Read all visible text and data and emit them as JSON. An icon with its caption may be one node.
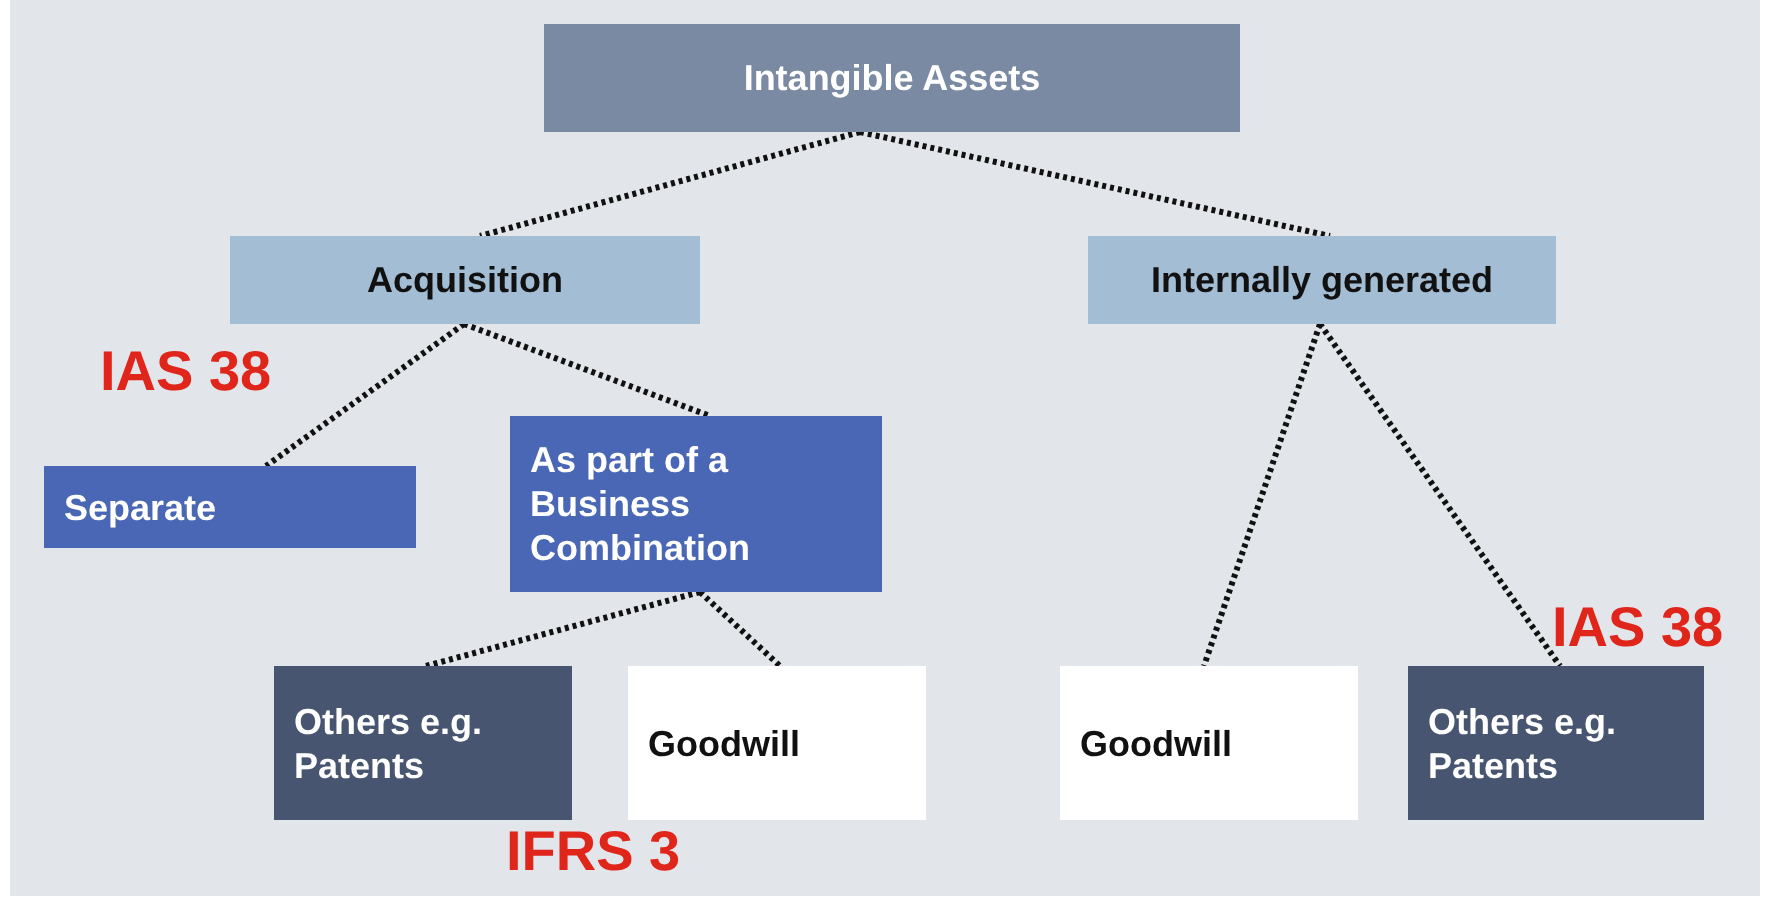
{
  "diagram": {
    "nodes": [
      {
        "text": [
          "Intangible Assets"
        ]
      },
      {
        "text": [
          "Acquisition"
        ]
      },
      {
        "text": [
          "Internally generated"
        ]
      },
      {
        "text": [
          "Separate"
        ]
      },
      {
        "text": [
          "As part of a Business Combination"
        ]
      },
      {
        "text": [
          "Others e.g. Patents"
        ]
      },
      {
        "text": [
          "Goodwill"
        ]
      },
      {
        "text": [
          "Goodwill"
        ]
      },
      {
        "text": [
          "Others e.g. Patents"
        ]
      }
    ],
    "edges": [
      {
        "from": 0,
        "to": 1,
        "arrow": "none"
      },
      {
        "from": 0,
        "to": 2,
        "arrow": "none"
      },
      {
        "from": 1,
        "to": 3,
        "arrow": "none"
      },
      {
        "from": 1,
        "to": 4,
        "arrow": "none"
      },
      {
        "from": 4,
        "to": 5,
        "arrow": "none"
      },
      {
        "from": 4,
        "to": 6,
        "arrow": "none"
      },
      {
        "from": 2,
        "to": 7,
        "arrow": "none"
      },
      {
        "from": 2,
        "to": 8,
        "arrow": "none"
      }
    ],
    "labels": [
      "IAS 38",
      "IAS 38",
      "IFRS 3"
    ]
  }
}
